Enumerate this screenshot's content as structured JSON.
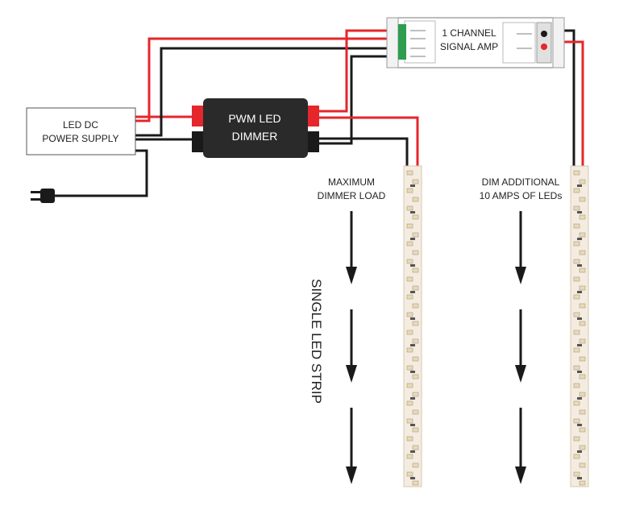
{
  "labels": {
    "power_supply": [
      "LED DC",
      "POWER SUPPLY"
    ],
    "dimmer": [
      "PWM LED",
      "DIMMER"
    ],
    "amp": [
      "1 CHANNEL",
      "SIGNAL AMP"
    ],
    "max_load": [
      "MAXIMUM",
      "DIMMER LOAD"
    ],
    "dim_additional": [
      "DIM ADDITIONAL",
      "10 AMPS OF LEDs"
    ],
    "strip": "SINGLE LED STRIP"
  },
  "colors": {
    "red_wire": "#e5262b",
    "black_wire": "#1a1a1a",
    "dimmer_body": "#2a2a2a",
    "strip_fill": "#f4ece0",
    "strip_border": "#d8c8b0",
    "terminal_green": "#2e9d4f"
  }
}
